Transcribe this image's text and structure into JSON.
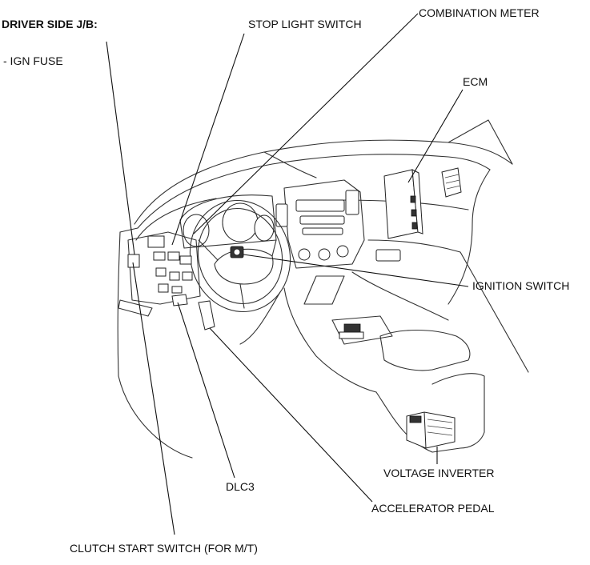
{
  "labels": {
    "driver_side_jb": "DRIVER SIDE J/B:",
    "ign_fuse": "- IGN FUSE",
    "stop_light_switch": "STOP LIGHT SWITCH",
    "combination_meter": "COMBINATION METER",
    "ecm": "ECM",
    "ignition_switch": "IGNITION SWITCH",
    "voltage_inverter": "VOLTAGE INVERTER",
    "accelerator_pedal": "ACCELERATOR PEDAL",
    "dlc3": "DLC3",
    "clutch_start_switch": "CLUTCH START SWITCH (FOR M/T)"
  }
}
